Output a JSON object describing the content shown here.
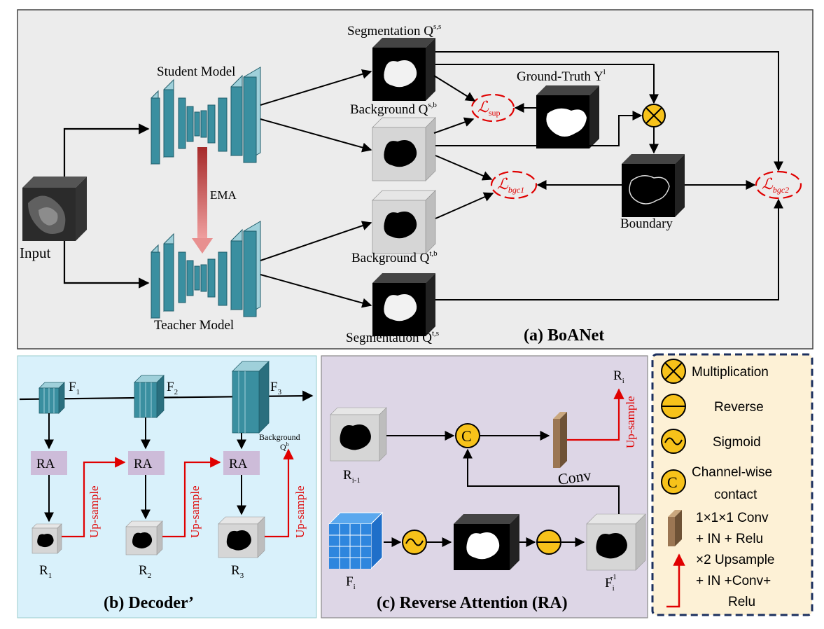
{
  "panel_a": {
    "title": "(a) BoANet",
    "student_label": "Student Model",
    "teacher_label": "Teacher Model",
    "ema_label": "EMA",
    "input_label": "Input",
    "seg_ss": {
      "base": "Segmentation Q",
      "sup": "s,s"
    },
    "bg_sb": {
      "base": "Background Q",
      "sup": "s,b"
    },
    "bg_tb": {
      "base": "Background Q",
      "sup": "t,b"
    },
    "seg_ts": {
      "base": "Segmentation Q",
      "sup": "t,s"
    },
    "gt": {
      "base": "Ground-Truth Y",
      "sup": "l"
    },
    "boundary_label": "Boundary",
    "loss_sup": {
      "sym": "ℒ",
      "sub": "sup"
    },
    "loss_bgc1": {
      "sym": "ℒ",
      "sub": "bgc1"
    },
    "loss_bgc2": {
      "sym": "ℒ",
      "sub": "bgc2"
    }
  },
  "panel_b": {
    "title": "(b) Decoder’",
    "f1": {
      "base": "F",
      "sub": "1"
    },
    "f2": {
      "base": "F",
      "sub": "2"
    },
    "f3": {
      "base": "F",
      "sub": "3"
    },
    "ra": "RA",
    "r1": {
      "base": "R",
      "sub": "1"
    },
    "r2": {
      "base": "R",
      "sub": "2"
    },
    "r3": {
      "base": "R",
      "sub": "3"
    },
    "upsample": "Up-sample",
    "bg_line1": "Background",
    "bg_q": {
      "base": "Q",
      "sup": "b"
    }
  },
  "panel_c": {
    "title": "(c) Reverse Attention (RA)",
    "ri_prev": {
      "base": "R",
      "sub": "i-1"
    },
    "ri": {
      "base": "R",
      "sub": "i"
    },
    "fi": {
      "base": "F",
      "sub": "i"
    },
    "fi_inv": {
      "base": "F",
      "sub": "i",
      "sup": "-1"
    },
    "conv": "Conv",
    "upsample": "Up-sample",
    "c_symbol": "C"
  },
  "legend": {
    "multiplication": "Multiplication",
    "reverse": "Reverse",
    "sigmoid": "Sigmoid",
    "concat_line1": "Channel-wise",
    "concat_line2": "contact",
    "c_symbol": "C",
    "conv_line1": "1×1×1 Conv",
    "conv_line2": "+ IN + Relu",
    "up_line1": "×2 Upsample",
    "up_line2": "+ IN +Conv+",
    "up_line3": "Relu"
  },
  "colors": {
    "panel_a_bg": "#ececec",
    "panel_b_bg": "#d9f1fb",
    "panel_c_bg": "#ddd6e6",
    "legend_bg": "#fdf1d6",
    "legend_border": "#1b2f5e",
    "unet_block": "#3a8fa0",
    "op_circle": "#f7c21a",
    "ra_box": "#cdbcd9",
    "red_arrow": "#e00000",
    "ema_arrow": "#b0393a",
    "conv_block": "#9b7653"
  }
}
